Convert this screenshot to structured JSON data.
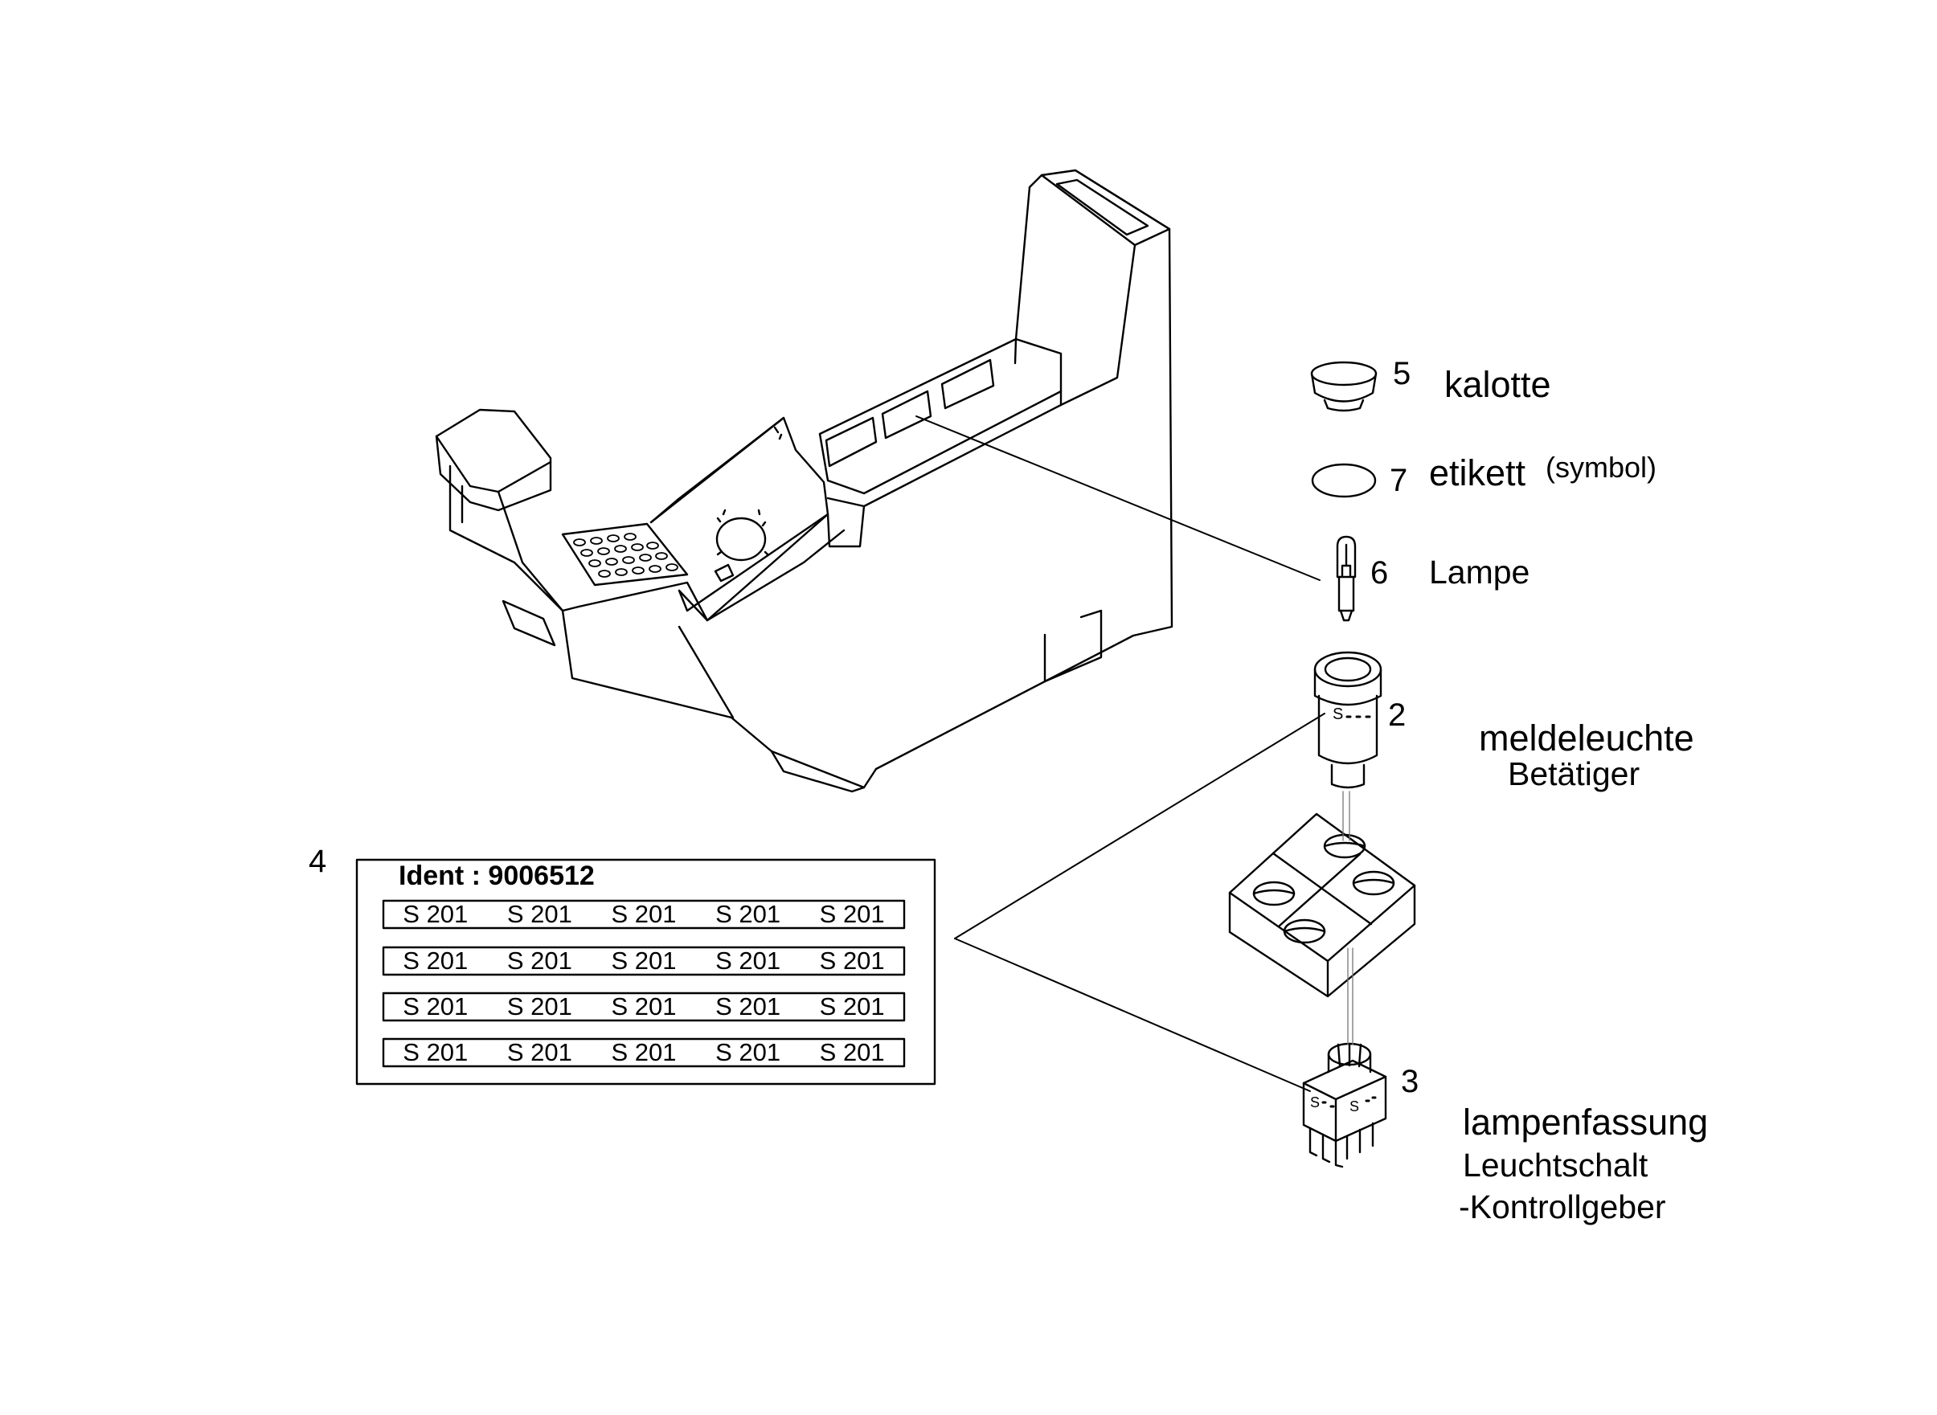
{
  "callouts": {
    "c5": {
      "number": "5",
      "label": "kalotte"
    },
    "c7": {
      "number": "7",
      "label": "etikett",
      "sub": "(symbol)"
    },
    "c6": {
      "number": "6",
      "label": "Lampe"
    },
    "c2": {
      "number": "2",
      "label": "meldeleuchte",
      "sub": "Betätiger"
    },
    "c3": {
      "number": "3",
      "label": "lampenfassung",
      "line2": "Leuchtschalt",
      "line3": "-Kontrollgeber"
    },
    "c4": {
      "number": "4"
    }
  },
  "decal_sheet": {
    "ident": "Ident : 9006512",
    "rows": [
      [
        "S 201",
        "S 201",
        "S 201",
        "S 201",
        "S 201"
      ],
      [
        "S 201",
        "S 201",
        "S 201",
        "S 201",
        "S 201"
      ],
      [
        "S 201",
        "S 201",
        "S 201",
        "S 201",
        "S 201"
      ],
      [
        "S 201",
        "S 201",
        "S 201",
        "S 201",
        "S 201"
      ]
    ]
  },
  "part_marks": {
    "actuator": "S",
    "socket_a": "S",
    "socket_b": "S"
  },
  "colors": {
    "line": "#000000",
    "background": "#ffffff",
    "guide": "#777777"
  }
}
